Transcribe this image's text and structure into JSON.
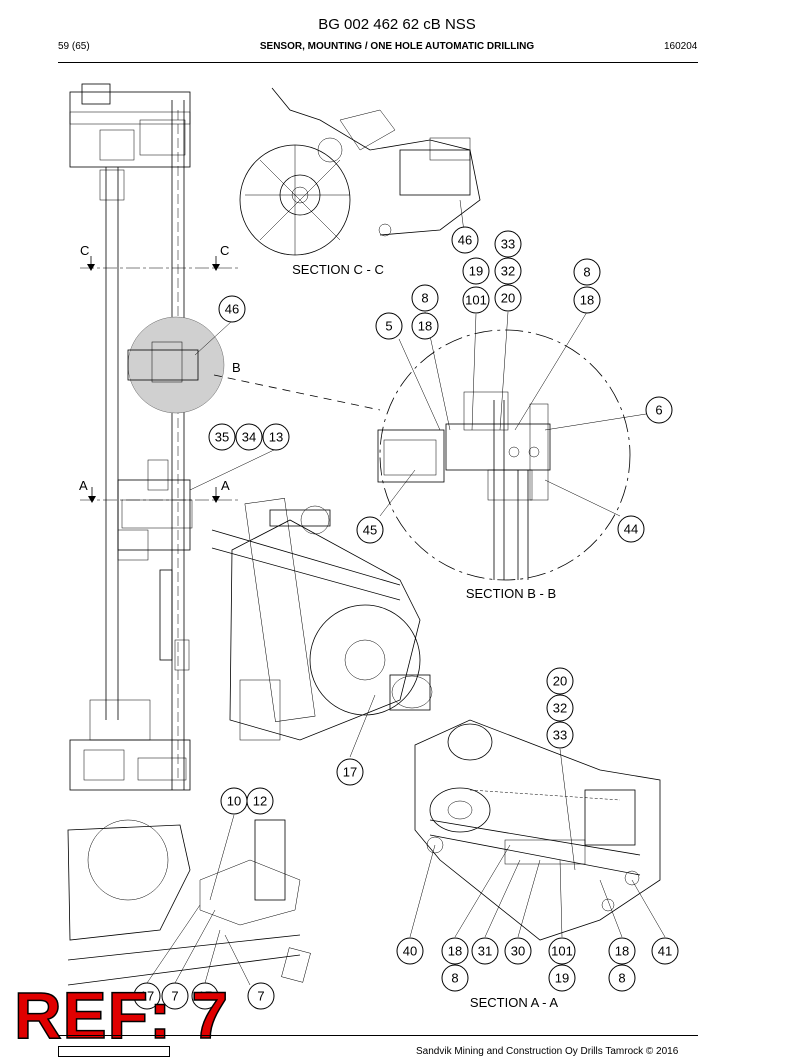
{
  "header": {
    "doc_number": "BG 002 462 62 cB NSS",
    "page": "59 (65)",
    "title": "SENSOR, MOUNTING / ONE HOLE AUTOMATIC DRILLING",
    "date_code": "160204"
  },
  "section_labels": {
    "c": "SECTION C - C",
    "b": "SECTION B - B",
    "a": "SECTION A - A"
  },
  "cut_marks": {
    "c_left": "C",
    "c_right": "C",
    "a_left": "A",
    "a_right": "A",
    "detail_b": "B"
  },
  "callouts": {
    "c46": "46",
    "c33": "33",
    "c19": "19",
    "c32": "32",
    "c8a": "8",
    "c8b": "8",
    "c101": "101",
    "c20": "20",
    "c18a": "18",
    "c46b": "46",
    "c5": "5",
    "c18b": "18",
    "c6": "6",
    "c35": "35",
    "c34": "34",
    "c13": "13",
    "c45": "45",
    "c44": "44",
    "c20b": "20",
    "c32b": "32",
    "c33b": "33",
    "c17": "17",
    "c10": "10",
    "c12": "12",
    "c40": "40",
    "c18c": "18",
    "c31": "31",
    "c30": "30",
    "c101b": "101",
    "c18d": "18",
    "c41": "41",
    "c8c": "8",
    "c19b": "19",
    "c8d": "8",
    "c17b": "17",
    "c7a": "7",
    "c17c": "17",
    "c7b": "7"
  },
  "stamp": "REF: 7",
  "footer": "Sandvik Mining and Construction Oy Drills Tamrock © 2016",
  "colors": {
    "stamp_fill": "#e00000",
    "detail_shade": "#d0d0d0"
  }
}
